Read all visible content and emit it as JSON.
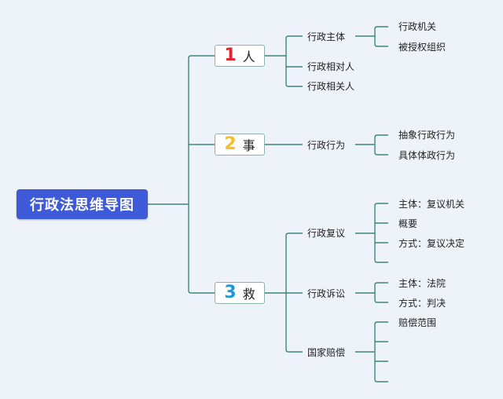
{
  "root": "行政法思维导图",
  "colors": {
    "connector": "#3f8577",
    "root_bg": "#3e5ad8",
    "branch_border": "#8fb1a9"
  },
  "branches": [
    {
      "num": "1",
      "num_color": "#e3242f",
      "label": "人",
      "children": [
        {
          "label": "行政主体",
          "children": [
            "行政机关",
            "被授权组织"
          ]
        },
        {
          "label": "行政相对人",
          "children": []
        },
        {
          "label": "行政相关人",
          "children": []
        }
      ]
    },
    {
      "num": "2",
      "num_color": "#f3c02a",
      "label": "事",
      "children": [
        {
          "label": "行政行为",
          "children": [
            "抽象行政行为",
            "具体体政行为"
          ]
        }
      ]
    },
    {
      "num": "3",
      "num_color": "#1d97d9",
      "label": "救",
      "children": [
        {
          "label": "行政复议",
          "children": [
            "主体：复议机关",
            "概要",
            "方式：复议决定",
            ""
          ]
        },
        {
          "label": "行政诉讼",
          "children": [
            "主体：法院",
            "方式：判决"
          ]
        },
        {
          "label": "国家赔偿",
          "children": [
            "赔偿范围",
            "",
            "",
            ""
          ]
        }
      ]
    }
  ]
}
